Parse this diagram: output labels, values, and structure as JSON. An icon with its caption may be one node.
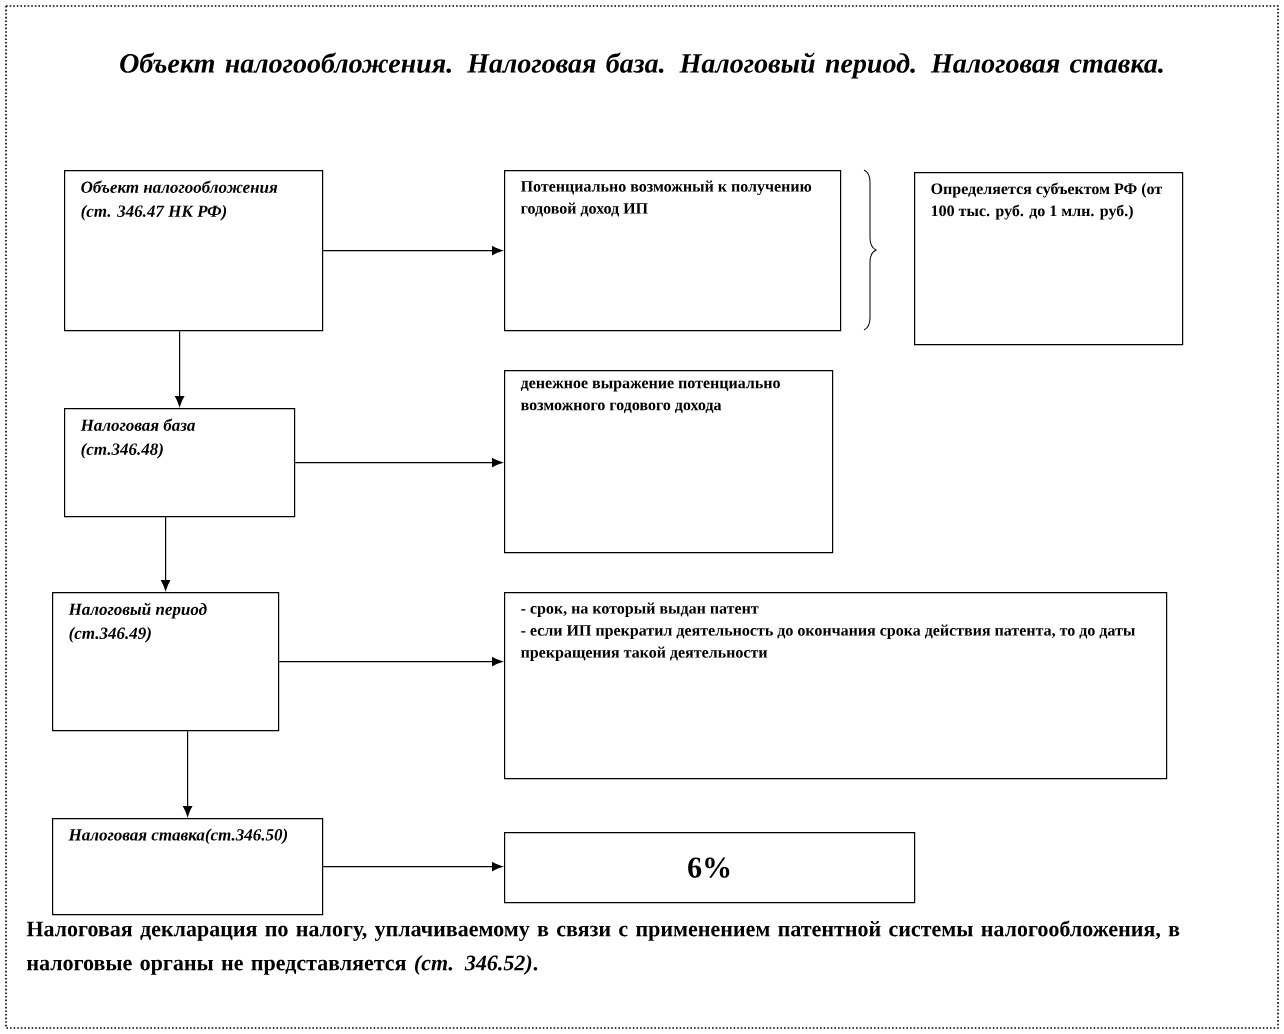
{
  "diagram": {
    "title": "Объект налогообложения. Налоговая база. Налоговый период. Налоговая ставка.",
    "nodes": [
      {
        "text": [
          "Объект налогообложения (ст. 346.47 НК РФ)"
        ]
      },
      {
        "text": [
          "Потенциально возможный к получению годовой доход ИП"
        ]
      },
      {
        "text": [
          "Определяется субъектом РФ (от 100 тыс. руб. до 1 млн. руб.)"
        ]
      },
      {
        "text": [
          "Налоговая база (ст.346.48)"
        ]
      },
      {
        "text": [
          "денежное выражение потенциально возможного годового дохода"
        ]
      },
      {
        "text": [
          "Налоговый период (ст.346.49)"
        ]
      },
      {
        "text": [
          "- срок, на который выдан патент",
          "- если ИП прекратил деятельность до окончания срока действия патента, то до даты прекращения такой деятельности"
        ]
      },
      {
        "text": [
          "Налоговая ставка(ст.346.50)"
        ]
      },
      {
        "text": [
          "6%"
        ]
      }
    ],
    "edges": [
      {
        "from": 0,
        "to": 1,
        "arrow": "to"
      },
      {
        "from": 0,
        "to": 3,
        "arrow": "to"
      },
      {
        "from": 3,
        "to": 4,
        "arrow": "to"
      },
      {
        "from": 3,
        "to": 5,
        "arrow": "to"
      },
      {
        "from": 5,
        "to": 6,
        "arrow": "to"
      },
      {
        "from": 5,
        "to": 7,
        "arrow": "to"
      },
      {
        "from": 7,
        "to": 8,
        "arrow": "to"
      }
    ],
    "labels": [
      "Налоговая декларация по налогу, уплачиваемому в связи с применением патентной системы налогообложения, в налоговые органы не представляется *(ст. 346.52)*."
    ]
  }
}
